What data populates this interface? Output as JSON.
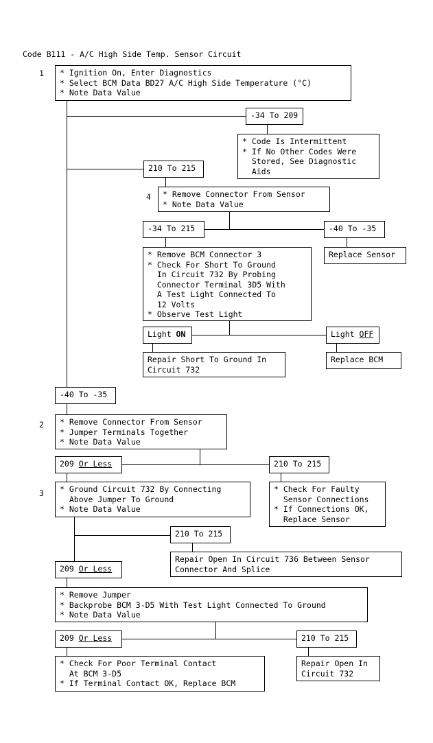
{
  "document": {
    "title": "Code B111 - A/C High Side Temp. Sensor Circuit",
    "type": "diagnostic-flowchart"
  },
  "step_numbers": {
    "one": "1",
    "two": "2",
    "three": "3",
    "four": "4"
  },
  "nodes": {
    "step1": "* Ignition On, Enter Diagnostics\n* Select BCM Data BD27 A/C High Side Temperature (°C)\n* Note Data Value",
    "range_m34_209": "-34 To 209",
    "intermittent": "* Code Is Intermittent\n* If No Other Codes Were\n  Stored, See Diagnostic\n  Aids",
    "range_210_215_a": "210 To 215",
    "step4": "* Remove Connector From Sensor\n* Note Data Value",
    "range_m34_215": "-34 To 215",
    "range_m40_m35_a": "-40 To -35",
    "replace_sensor": "Replace Sensor",
    "bcm_check": "* Remove BCM Connector 3\n* Check For Short To Ground\n  In Circuit 732 By Probing\n  Connector Terminal 3D5 With\n  A Test Light Connected To\n  12 Volts\n* Observe Test Light",
    "light_on_prefix": "Light ",
    "light_on_value": "ON",
    "light_off_prefix": "Light ",
    "light_off_value": "OFF",
    "repair_short": "Repair Short To Ground In\nCircuit 732",
    "replace_bcm": "Replace BCM",
    "range_m40_m35_b": "-40 To -35",
    "step2": "* Remove Connector From Sensor\n* Jumper Terminals Together\n* Note Data Value",
    "less_209_a_prefix": "209 ",
    "less_209_a_value": "Or Less",
    "range_210_215_b": "210 To 215",
    "step3": "* Ground Circuit 732 By Connecting\n  Above Jumper To Ground\n* Note Data Value",
    "faulty_conn": "* Check For Faulty\n  Sensor Connections\n* If Connections OK,\n  Replace Sensor",
    "range_210_215_c": "210 To 215",
    "repair_open_736": "Repair Open In Circuit 736 Between Sensor\nConnector And Splice",
    "less_209_b_prefix": "209 ",
    "less_209_b_value": "Or Less",
    "backprobe": "* Remove Jumper\n* Backprobe BCM 3-D5 With Test Light Connected To Ground\n* Note Data Value",
    "less_209_c_prefix": "209 ",
    "less_209_c_value": "Or Less",
    "range_210_215_d": "210 To 215",
    "poor_contact": "* Check For Poor Terminal Contact\n  At BCM 3-D5\n* If Terminal Contact OK, Replace BCM",
    "repair_open_732": "Repair Open In\nCircuit 732"
  },
  "colors": {
    "ink": "#000000",
    "paper": "#ffffff"
  }
}
